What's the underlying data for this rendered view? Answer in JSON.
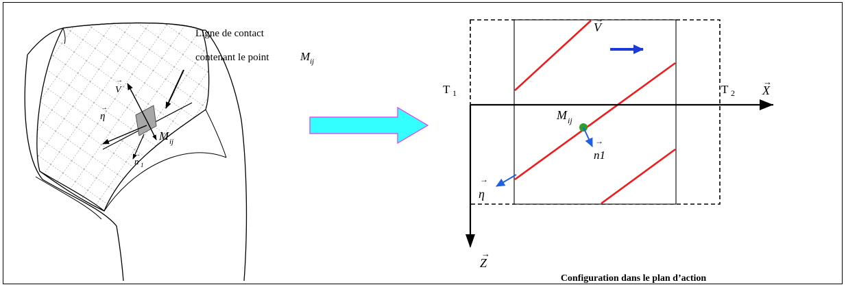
{
  "left_figure": {
    "callout_line1": "Ligne de contact",
    "callout_line2": "contenant le point",
    "point_label": "M",
    "point_sub": "ij",
    "v_label": "V",
    "eta_label": "η",
    "n_label": "n",
    "n_sub": "1"
  },
  "right_figure": {
    "t1_label": "T",
    "t1_sub": "1",
    "t2_label": "T",
    "t2_sub": "2",
    "x_label": "X",
    "z_label": "Z",
    "v_label": "V",
    "point_label": "M",
    "point_sub": "ij",
    "eta_label": "η",
    "n1_label": "n1",
    "caption": "Configuration dans le plan d’action"
  },
  "colors": {
    "contact_line": "#ee1c1c",
    "vector": "#2060e0",
    "velocity_arrow": "#1c3ad8",
    "point": "#2aa02a",
    "transition_arrow_fill": "#33ffff",
    "transition_arrow_stroke": "#ee33ee"
  }
}
